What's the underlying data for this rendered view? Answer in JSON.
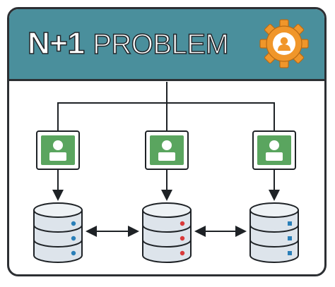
{
  "header": {
    "title_part1": "N+1",
    "title_part2": "PROBLEM",
    "badge_icon": "gear-user-icon",
    "background_color": "#4a8f9c"
  },
  "diagram": {
    "user_nodes": [
      {
        "icon": "user-icon",
        "color": "#5aa55f"
      },
      {
        "icon": "user-icon",
        "color": "#5aa55f"
      },
      {
        "icon": "user-icon",
        "color": "#5aa55f"
      }
    ],
    "database_nodes": [
      {
        "icon": "database-icon",
        "indicator_color": "#2a7fb8"
      },
      {
        "icon": "database-icon",
        "indicator_color": "#d93a3a"
      },
      {
        "icon": "database-icon",
        "indicator_color": "#2a7fb8"
      }
    ],
    "links": [
      "bidirectional-arrow",
      "bidirectional-arrow"
    ],
    "accent_color": "#f0962a"
  }
}
